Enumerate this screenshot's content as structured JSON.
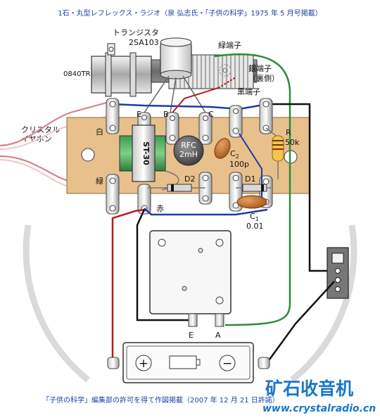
{
  "header": {
    "title": "1石・丸型レフレックス・ラジオ（泉 弘志氏・「子供の科学」1975 年 5 月号掲載）"
  },
  "footer": {
    "credit": "「子供の科学」編集部の許可を得て作図掲載（2007 年 12 月 21 日許諾）",
    "site_url": "www.crystalradio.cn",
    "site_logo_text": "矿石收音机"
  },
  "labels": {
    "transistor_title": "トランジスタ",
    "transistor_part": "2SA103",
    "coil_model": "0840TR",
    "green_terminal": "緑端子",
    "silver_terminal": "銀端子",
    "silver_terminal_note": "（裏側）",
    "black_terminal": "黒端子",
    "crystal_earphone_line1": "クリスタル",
    "crystal_earphone_line2": "イヤホン",
    "pin_e": "E",
    "pin_b": "B",
    "pin_c": "C",
    "white": "白",
    "green": "緑",
    "red": "赤",
    "transformer": "ST-30",
    "rfc_line1": "RFC",
    "rfc_line2": "2mH",
    "c2_name": "C",
    "c2_sub": "2",
    "c2_value": "100p",
    "c1_name": "C",
    "c1_sub": "1",
    "c1_value": "0.01",
    "d1": "D1",
    "d2": "D2",
    "r_name": "R",
    "r_value": "50k",
    "vc_e": "E",
    "vc_a": "A",
    "battery_plus": "+",
    "battery_minus": "−"
  },
  "colors": {
    "board": "#e8c08c",
    "wire_green": "#2e8b3a",
    "wire_red": "#b81e1e",
    "wire_blue": "#1e3aa8",
    "wire_black": "#111111",
    "wire_pink": "#d9828a",
    "logo_blue": "#1877c9"
  }
}
